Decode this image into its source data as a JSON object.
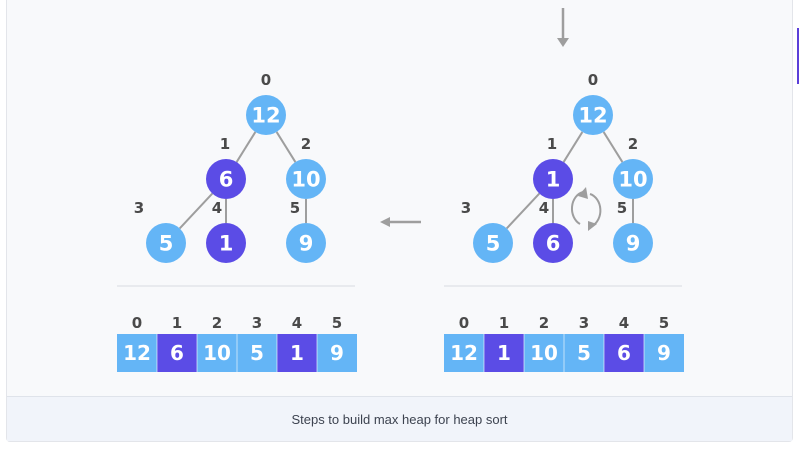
{
  "caption": "Steps to build max heap for heap sort",
  "colors": {
    "normal": "#64b5f6",
    "highlight": "#5b4ce6",
    "edge": "#9e9e9e",
    "index": "#4a4a4a"
  },
  "left": {
    "nodes": [
      {
        "index": "0",
        "value": "12",
        "highlight": false
      },
      {
        "index": "1",
        "value": "6",
        "highlight": true
      },
      {
        "index": "2",
        "value": "10",
        "highlight": false
      },
      {
        "index": "3",
        "value": "5",
        "highlight": false
      },
      {
        "index": "4",
        "value": "1",
        "highlight": true
      },
      {
        "index": "5",
        "value": "9",
        "highlight": false
      }
    ]
  },
  "right": {
    "nodes": [
      {
        "index": "0",
        "value": "12",
        "highlight": false
      },
      {
        "index": "1",
        "value": "1",
        "highlight": true
      },
      {
        "index": "2",
        "value": "10",
        "highlight": false
      },
      {
        "index": "3",
        "value": "5",
        "highlight": false
      },
      {
        "index": "4",
        "value": "6",
        "highlight": true
      },
      {
        "index": "5",
        "value": "9",
        "highlight": false
      }
    ]
  },
  "icons": [
    "down-arrow-icon",
    "left-arrow-icon",
    "swap-arrows-icon"
  ]
}
